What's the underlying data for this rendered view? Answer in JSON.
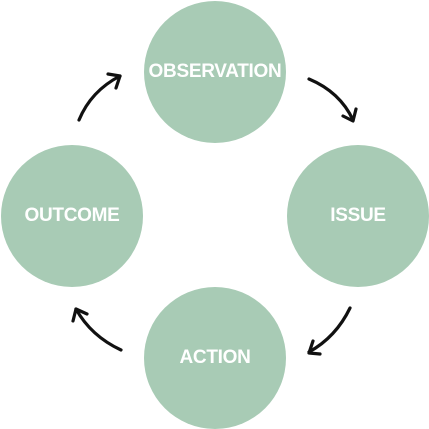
{
  "colors": {
    "node_fill": "#a8cbb5",
    "label_text": "#ffffff",
    "arrow": "#111111",
    "background": "#ffffff"
  },
  "nodes": {
    "observation": {
      "label": "OBSERVATION"
    },
    "issue": {
      "label": "ISSUE"
    },
    "action": {
      "label": "ACTION"
    },
    "outcome": {
      "label": "OUTCOME"
    }
  },
  "cycle_order": [
    "OBSERVATION",
    "ISSUE",
    "ACTION",
    "OUTCOME"
  ],
  "arrow_icon": "curved-arrow-icon"
}
